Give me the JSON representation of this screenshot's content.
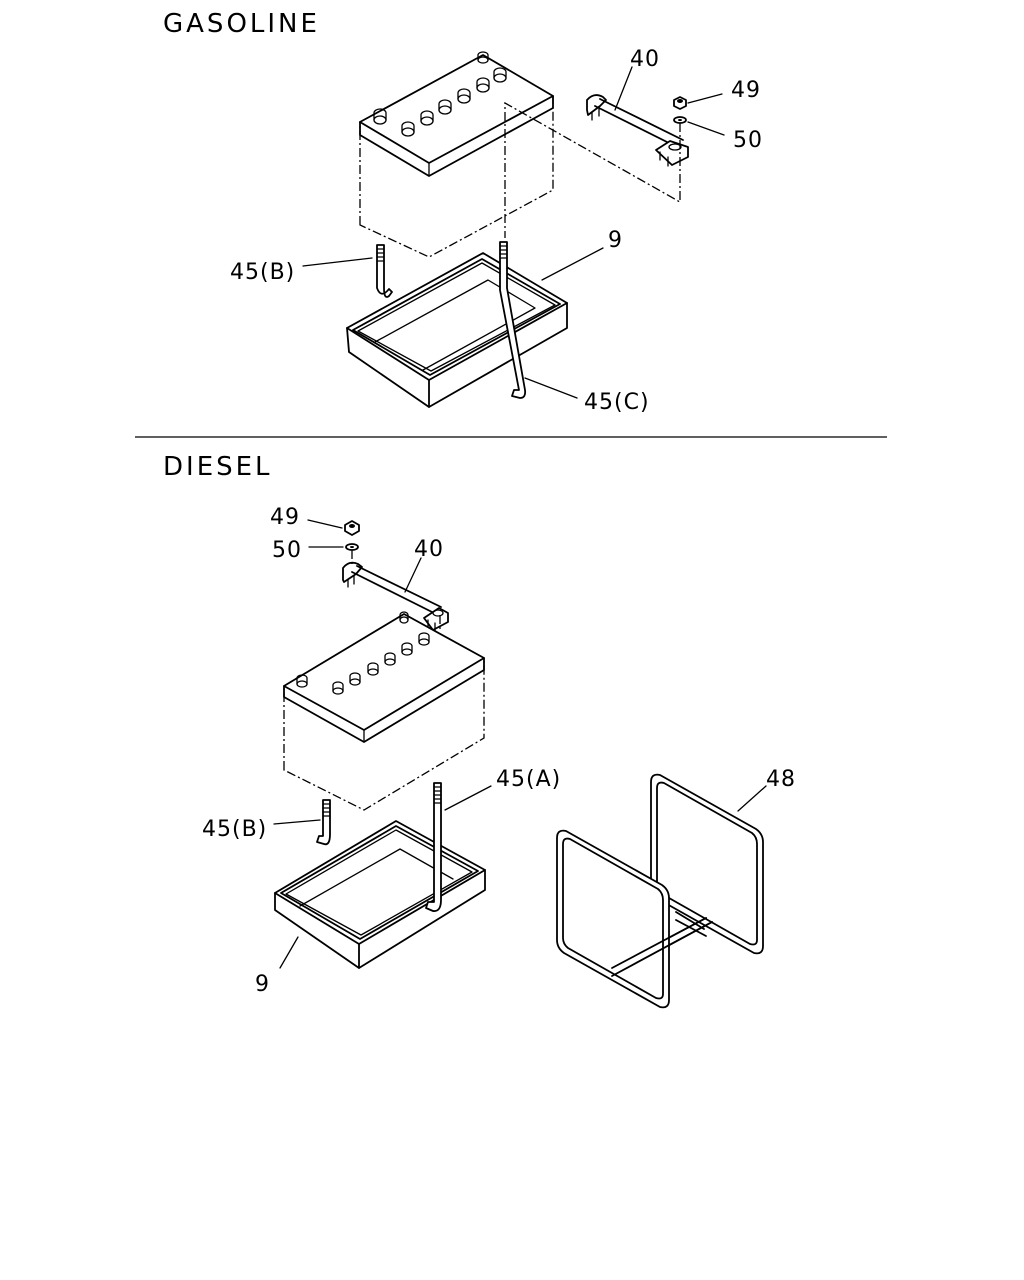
{
  "sections": {
    "gasoline": {
      "title": "GASOLINE",
      "callouts": {
        "holder": "40",
        "nut": "49",
        "washer": "50",
        "tray": "9",
        "bolt_b": "45(B)",
        "bolt_c": "45(C)"
      }
    },
    "diesel": {
      "title": "DIESEL",
      "callouts": {
        "nut": "49",
        "washer": "50",
        "holder": "40",
        "bolt_a": "45(A)",
        "bolt_b": "45(B)",
        "tray": "9",
        "bracket": "48"
      }
    }
  },
  "icons": {
    "battery": "battery-icon",
    "battery_tray": "battery-tray-icon",
    "battery_holder": "battery-holder-icon",
    "hook_bolt": "hook-bolt-icon",
    "nut": "nut-icon",
    "washer": "washer-icon",
    "battery_bracket": "battery-bracket-icon"
  },
  "colors": {
    "line": "#000000",
    "background": "#ffffff"
  }
}
